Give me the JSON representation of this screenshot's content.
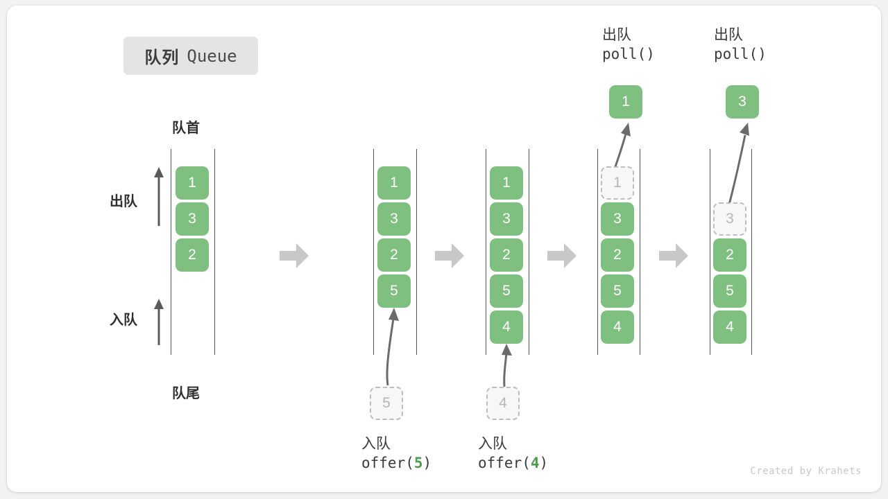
{
  "title": {
    "cn": "队列",
    "en": "Queue"
  },
  "side_labels": {
    "head": "队首",
    "tail": "队尾",
    "dequeue": "出队",
    "enqueue": "入队"
  },
  "watermark": "Created by Krahets",
  "colors": {
    "cell_fill": "#7fc080",
    "cell_text": "#ffffff",
    "ghost_fill": "#f7f7f7",
    "ghost_border": "#bdbdbd",
    "ghost_text": "#b5b5b5",
    "rail": "#555555",
    "arrow_gray": "#c8c8c8",
    "curve_arrow": "#6b6b6b",
    "accent_green": "#4e9a51",
    "badge_bg": "#e4e4e4",
    "card_bg": "#ffffff",
    "page_bg": "#f2f2f2"
  },
  "columns": [
    {
      "id": "col-1",
      "cells": [
        "1",
        "3",
        "2"
      ],
      "ghosts": [],
      "op_line1": "",
      "op_line2_prefix": "",
      "op_line2_num": "",
      "op_line2_suffix": ""
    },
    {
      "id": "col-2",
      "cells": [
        "1",
        "3",
        "2",
        "5"
      ],
      "incoming_value": "5",
      "op_line1": "入队",
      "op_line2_prefix": "offer(",
      "op_line2_num": "5",
      "op_line2_suffix": ")"
    },
    {
      "id": "col-3",
      "cells": [
        "1",
        "3",
        "2",
        "5",
        "4"
      ],
      "incoming_value": "4",
      "op_line1": "入队",
      "op_line2_prefix": "offer(",
      "op_line2_num": "4",
      "op_line2_suffix": ")"
    },
    {
      "id": "col-4",
      "cells": [
        "3",
        "2",
        "5",
        "4"
      ],
      "removed_value": "1",
      "popped_value": "1",
      "op_line1": "出队",
      "op_line2_prefix": "poll(",
      "op_line2_num": "",
      "op_line2_suffix": ")"
    },
    {
      "id": "col-5",
      "cells": [
        "2",
        "5",
        "4"
      ],
      "removed_value": "3",
      "popped_value": "3",
      "op_line1": "出队",
      "op_line2_prefix": "poll(",
      "op_line2_num": "",
      "op_line2_suffix": ")"
    }
  ],
  "icons": {
    "flow_arrow": "block-right-arrow-icon",
    "dequeue_dir": "up-arrow-icon",
    "enqueue_dir": "up-arrow-icon",
    "move_curve": "curved-arrow-icon"
  }
}
